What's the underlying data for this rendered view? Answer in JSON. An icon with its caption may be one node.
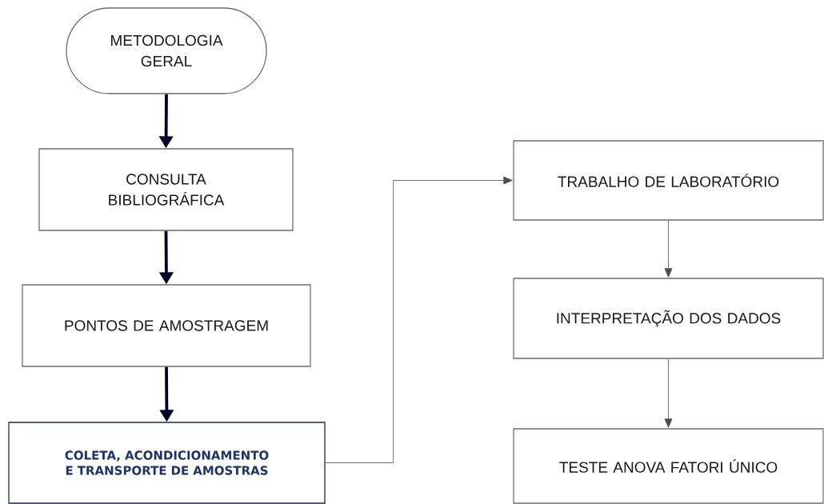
{
  "diagram": {
    "nodes": [
      {
        "text": [
          "METODOLOGIA GERAL"
        ]
      },
      {
        "text": [
          "CONSULTA BIBLIOGRÁFICA"
        ]
      },
      {
        "text": [
          "PONTOS DE AMOSTRAGEM"
        ]
      },
      {
        "text": [
          "COLETA, ACONDICIONAMENTO E TRANSPORTE DE AMOSTRAS"
        ]
      },
      {
        "text": [
          "TRABALHO DE LABORATÓRIO"
        ]
      },
      {
        "text": [
          "INTERPRETAÇÃO DOS DADOS"
        ]
      },
      {
        "text": [
          "TESTE ANOVA FATORI ÚNICO"
        ]
      }
    ],
    "edges": [
      {
        "from": 0,
        "to": 1,
        "arrow": "to",
        "style": "thick"
      },
      {
        "from": 1,
        "to": 2,
        "arrow": "to",
        "style": "thick"
      },
      {
        "from": 2,
        "to": 3,
        "arrow": "to",
        "style": "thick"
      },
      {
        "from": 3,
        "to": 4,
        "arrow": "to"
      },
      {
        "from": 4,
        "to": 5,
        "arrow": "to"
      },
      {
        "from": 5,
        "to": 6,
        "arrow": "to"
      }
    ]
  }
}
